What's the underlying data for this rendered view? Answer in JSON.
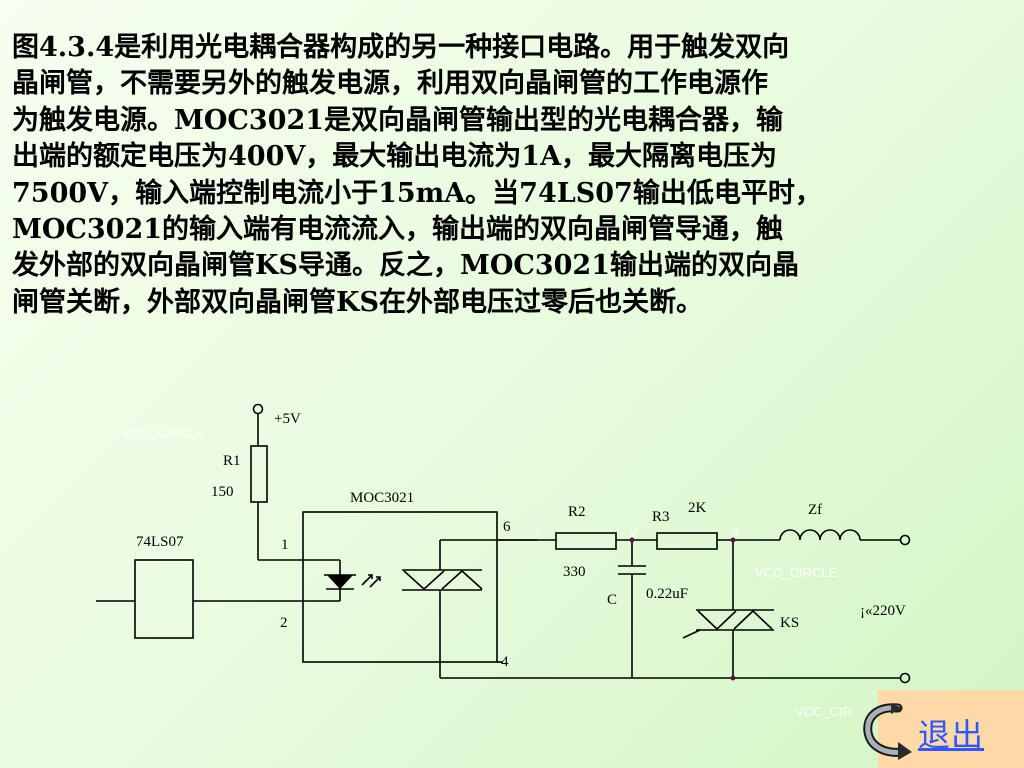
{
  "paragraph": [
    "图4.3.4是利用光电耦合器构成的另一种接口电路。用于触发双向",
    "晶闸管，不需要另外的触发电源，利用双向晶闸管的工作电源作",
    "为触发电源。MOC3021是双向晶闸管输出型的光电耦合器，输",
    "出端的额定电压为400V，最大输出电流为1A，最大隔离电压为",
    "7500V，输入端控制电流小于15mA。当74LS07输出低电平时，",
    "MOC3021的输入端有电流流入，输出端的双向晶闸管导通，触",
    "发外部的双向晶闸管KS导通。反之，MOC3021输出端的双向晶",
    "闸管关断，外部双向晶闸管KS在外部电压过零后也关断。"
  ],
  "circuit": {
    "vcc": "+5V",
    "r1_name": "R1",
    "r1_value": "150",
    "chip": "74LS07",
    "opto": "MOC3021",
    "pin1": "1",
    "pin2": "2",
    "pin6": "6",
    "pin4": "4",
    "r2_name": "R2",
    "r2_value": "330",
    "r3_name": "R3",
    "r3_value": "2K",
    "cap_name": "C",
    "cap_value": "0.22uF",
    "load": "Zf",
    "triac": "KS",
    "mains": "¡«220V",
    "ghost_vcc_1": "VCC_CIRCLE",
    "ghost_vcc_2": "VCC_CIRCLE",
    "ghost_vcc_3": "VCC_CIR",
    "node_1": "1",
    "node_2": "2",
    "node_3": "3"
  },
  "nav": {
    "exit_label": "退出"
  }
}
